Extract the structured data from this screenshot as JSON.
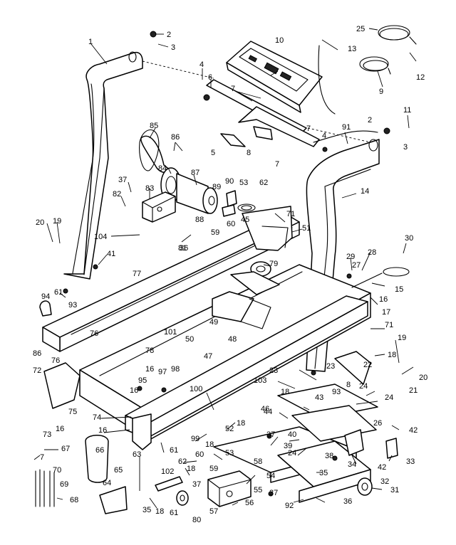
{
  "callouts": [
    {
      "id": "c1",
      "text": "1"
    },
    {
      "id": "c2a",
      "text": "2"
    },
    {
      "id": "c3a",
      "text": "3"
    },
    {
      "id": "c4a",
      "text": "4"
    },
    {
      "id": "c6",
      "text": "6"
    },
    {
      "id": "c7a",
      "text": "7"
    },
    {
      "id": "c7b",
      "text": "7"
    },
    {
      "id": "c7c",
      "text": "7"
    },
    {
      "id": "c5",
      "text": "5"
    },
    {
      "id": "c8",
      "text": "8"
    },
    {
      "id": "c10",
      "text": "10"
    },
    {
      "id": "c13",
      "text": "13"
    },
    {
      "id": "c25",
      "text": "25"
    },
    {
      "id": "c12",
      "text": "12"
    },
    {
      "id": "c9",
      "text": "9"
    },
    {
      "id": "c11",
      "text": "11"
    },
    {
      "id": "c2b",
      "text": "2"
    },
    {
      "id": "c3b",
      "text": "3"
    },
    {
      "id": "c4b",
      "text": "4"
    },
    {
      "id": "c91",
      "text": "91"
    },
    {
      "id": "c14",
      "text": "14"
    },
    {
      "id": "c85",
      "text": "85"
    },
    {
      "id": "c86",
      "text": "86"
    },
    {
      "id": "c84",
      "text": "84"
    },
    {
      "id": "c87",
      "text": "87"
    },
    {
      "id": "c37a",
      "text": "37"
    },
    {
      "id": "c83",
      "text": "83"
    },
    {
      "id": "c82",
      "text": "82"
    },
    {
      "id": "c89",
      "text": "89"
    },
    {
      "id": "c90",
      "text": "90"
    },
    {
      "id": "c53a",
      "text": "53"
    },
    {
      "id": "c62a",
      "text": "62"
    },
    {
      "id": "c88",
      "text": "88"
    },
    {
      "id": "c59a",
      "text": "59"
    },
    {
      "id": "c60a",
      "text": "60"
    },
    {
      "id": "c45",
      "text": "45"
    },
    {
      "id": "c71a",
      "text": "71"
    },
    {
      "id": "c51",
      "text": "51"
    },
    {
      "id": "c20a",
      "text": "20"
    },
    {
      "id": "c19a",
      "text": "19"
    },
    {
      "id": "c104",
      "text": "104"
    },
    {
      "id": "c36a",
      "text": "36"
    },
    {
      "id": "c81",
      "text": "81"
    },
    {
      "id": "c41",
      "text": "41"
    },
    {
      "id": "c30",
      "text": "30"
    },
    {
      "id": "c29",
      "text": "29"
    },
    {
      "id": "c28",
      "text": "28"
    },
    {
      "id": "c27",
      "text": "27"
    },
    {
      "id": "c79",
      "text": "79"
    },
    {
      "id": "c77",
      "text": "77"
    },
    {
      "id": "c15",
      "text": "15"
    },
    {
      "id": "c16a",
      "text": "16"
    },
    {
      "id": "c17",
      "text": "17"
    },
    {
      "id": "c93a",
      "text": "93"
    },
    {
      "id": "c94",
      "text": "94"
    },
    {
      "id": "c61a",
      "text": "61"
    },
    {
      "id": "c71b",
      "text": "71"
    },
    {
      "id": "c101",
      "text": "101"
    },
    {
      "id": "c49",
      "text": "49"
    },
    {
      "id": "c48",
      "text": "48"
    },
    {
      "id": "c76a",
      "text": "76"
    },
    {
      "id": "c78",
      "text": "78"
    },
    {
      "id": "c50",
      "text": "50"
    },
    {
      "id": "c19b",
      "text": "19"
    },
    {
      "id": "c18a",
      "text": "18"
    },
    {
      "id": "c86b",
      "text": "86"
    },
    {
      "id": "c76b",
      "text": "76"
    },
    {
      "id": "c47",
      "text": "47"
    },
    {
      "id": "c72",
      "text": "72"
    },
    {
      "id": "c16b",
      "text": "16"
    },
    {
      "id": "c97",
      "text": "97"
    },
    {
      "id": "c98",
      "text": "98"
    },
    {
      "id": "c95",
      "text": "95"
    },
    {
      "id": "c16c",
      "text": "16"
    },
    {
      "id": "c23a",
      "text": "23"
    },
    {
      "id": "c23b",
      "text": "23"
    },
    {
      "id": "c22",
      "text": "22"
    },
    {
      "id": "c20b",
      "text": "20"
    },
    {
      "id": "c103",
      "text": "103"
    },
    {
      "id": "c8b",
      "text": "8"
    },
    {
      "id": "c24a",
      "text": "24"
    },
    {
      "id": "c21",
      "text": "21"
    },
    {
      "id": "c18b",
      "text": "18"
    },
    {
      "id": "c93b",
      "text": "93"
    },
    {
      "id": "c100",
      "text": "100"
    },
    {
      "id": "c43",
      "text": "43"
    },
    {
      "id": "c24b",
      "text": "24"
    },
    {
      "id": "c75",
      "text": "75"
    },
    {
      "id": "c46",
      "text": "46"
    },
    {
      "id": "c44",
      "text": "44"
    },
    {
      "id": "c74",
      "text": "74"
    },
    {
      "id": "c16d",
      "text": "16"
    },
    {
      "id": "c73",
      "text": "73"
    },
    {
      "id": "c99",
      "text": "99"
    },
    {
      "id": "c52",
      "text": "52"
    },
    {
      "id": "c18c",
      "text": "18"
    },
    {
      "id": "c26",
      "text": "26"
    },
    {
      "id": "c42a",
      "text": "42"
    },
    {
      "id": "c16e",
      "text": "16"
    },
    {
      "id": "c66",
      "text": "66"
    },
    {
      "id": "c61b",
      "text": "61"
    },
    {
      "id": "c37b",
      "text": "37"
    },
    {
      "id": "c40",
      "text": "40"
    },
    {
      "id": "c67",
      "text": "67"
    },
    {
      "id": "c18d",
      "text": "18"
    },
    {
      "id": "c53b",
      "text": "53"
    },
    {
      "id": "c39",
      "text": "39"
    },
    {
      "id": "c38a",
      "text": "38"
    },
    {
      "id": "c63",
      "text": "63"
    },
    {
      "id": "c62b",
      "text": "62"
    },
    {
      "id": "c60b",
      "text": "60"
    },
    {
      "id": "c24c",
      "text": "24"
    },
    {
      "id": "c34",
      "text": "34"
    },
    {
      "id": "c33",
      "text": "33"
    },
    {
      "id": "c42b",
      "text": "42"
    },
    {
      "id": "c70",
      "text": "70"
    },
    {
      "id": "c65",
      "text": "65"
    },
    {
      "id": "c102",
      "text": "102"
    },
    {
      "id": "c18e",
      "text": "18"
    },
    {
      "id": "c59b",
      "text": "59"
    },
    {
      "id": "c58",
      "text": "58"
    },
    {
      "id": "c54",
      "text": "54"
    },
    {
      "id": "c35a",
      "text": "35"
    },
    {
      "id": "c32",
      "text": "32"
    },
    {
      "id": "c69",
      "text": "69"
    },
    {
      "id": "c64",
      "text": "64"
    },
    {
      "id": "c37c",
      "text": "37"
    },
    {
      "id": "c37d",
      "text": "37"
    },
    {
      "id": "c31",
      "text": "31"
    },
    {
      "id": "c68",
      "text": "68"
    },
    {
      "id": "c35b",
      "text": "35"
    },
    {
      "id": "c18f",
      "text": "18"
    },
    {
      "id": "c61c",
      "text": "61"
    },
    {
      "id": "c57",
      "text": "57"
    },
    {
      "id": "c55",
      "text": "55"
    },
    {
      "id": "c56",
      "text": "56"
    },
    {
      "id": "c92",
      "text": "92"
    },
    {
      "id": "c36b",
      "text": "36"
    },
    {
      "id": "c80",
      "text": "80"
    },
    {
      "id": "c7d",
      "text": "7"
    }
  ]
}
